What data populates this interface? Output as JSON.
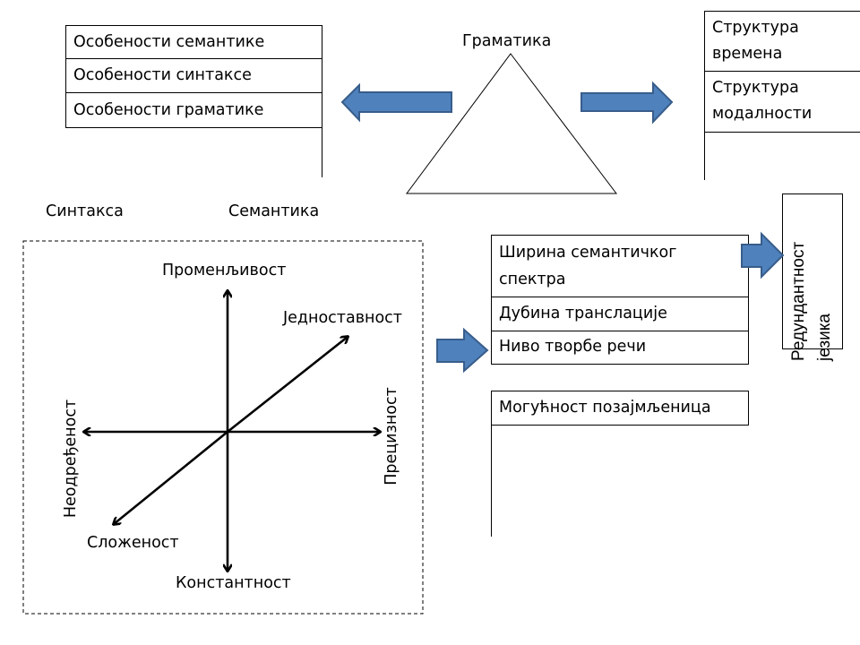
{
  "top_left_table": {
    "rows": [
      "Особености семантике",
      "Особености синтаксе",
      "Особености граматике"
    ]
  },
  "triangle": {
    "label": "Граматика"
  },
  "top_right_table": {
    "rows": [
      [
        "Структура",
        "времена"
      ],
      [
        "Структура",
        "модалности"
      ]
    ]
  },
  "section_labels": {
    "syntax": "Синтакса",
    "semantics": "Семантика"
  },
  "axes_diagram": {
    "up": "Променљивост",
    "down": "Константност",
    "left": "Неодређеност",
    "right": "Прецизност",
    "diag_up": "Једноставност",
    "diag_down": "Сложеност"
  },
  "middle_right_table": {
    "rows": [
      [
        "Ширина семантичког",
        "спектра"
      ],
      [
        "Дубина транслације"
      ],
      [
        "Ниво творбе речи"
      ]
    ]
  },
  "redundancy_box": {
    "lines": [
      "Редундантност",
      "језика"
    ]
  },
  "bottom_right_table": {
    "rows": [
      "Могућност позајмљеница"
    ]
  },
  "colors": {
    "arrow_fill": "#4f81bd",
    "arrow_stroke": "#385d8a"
  }
}
